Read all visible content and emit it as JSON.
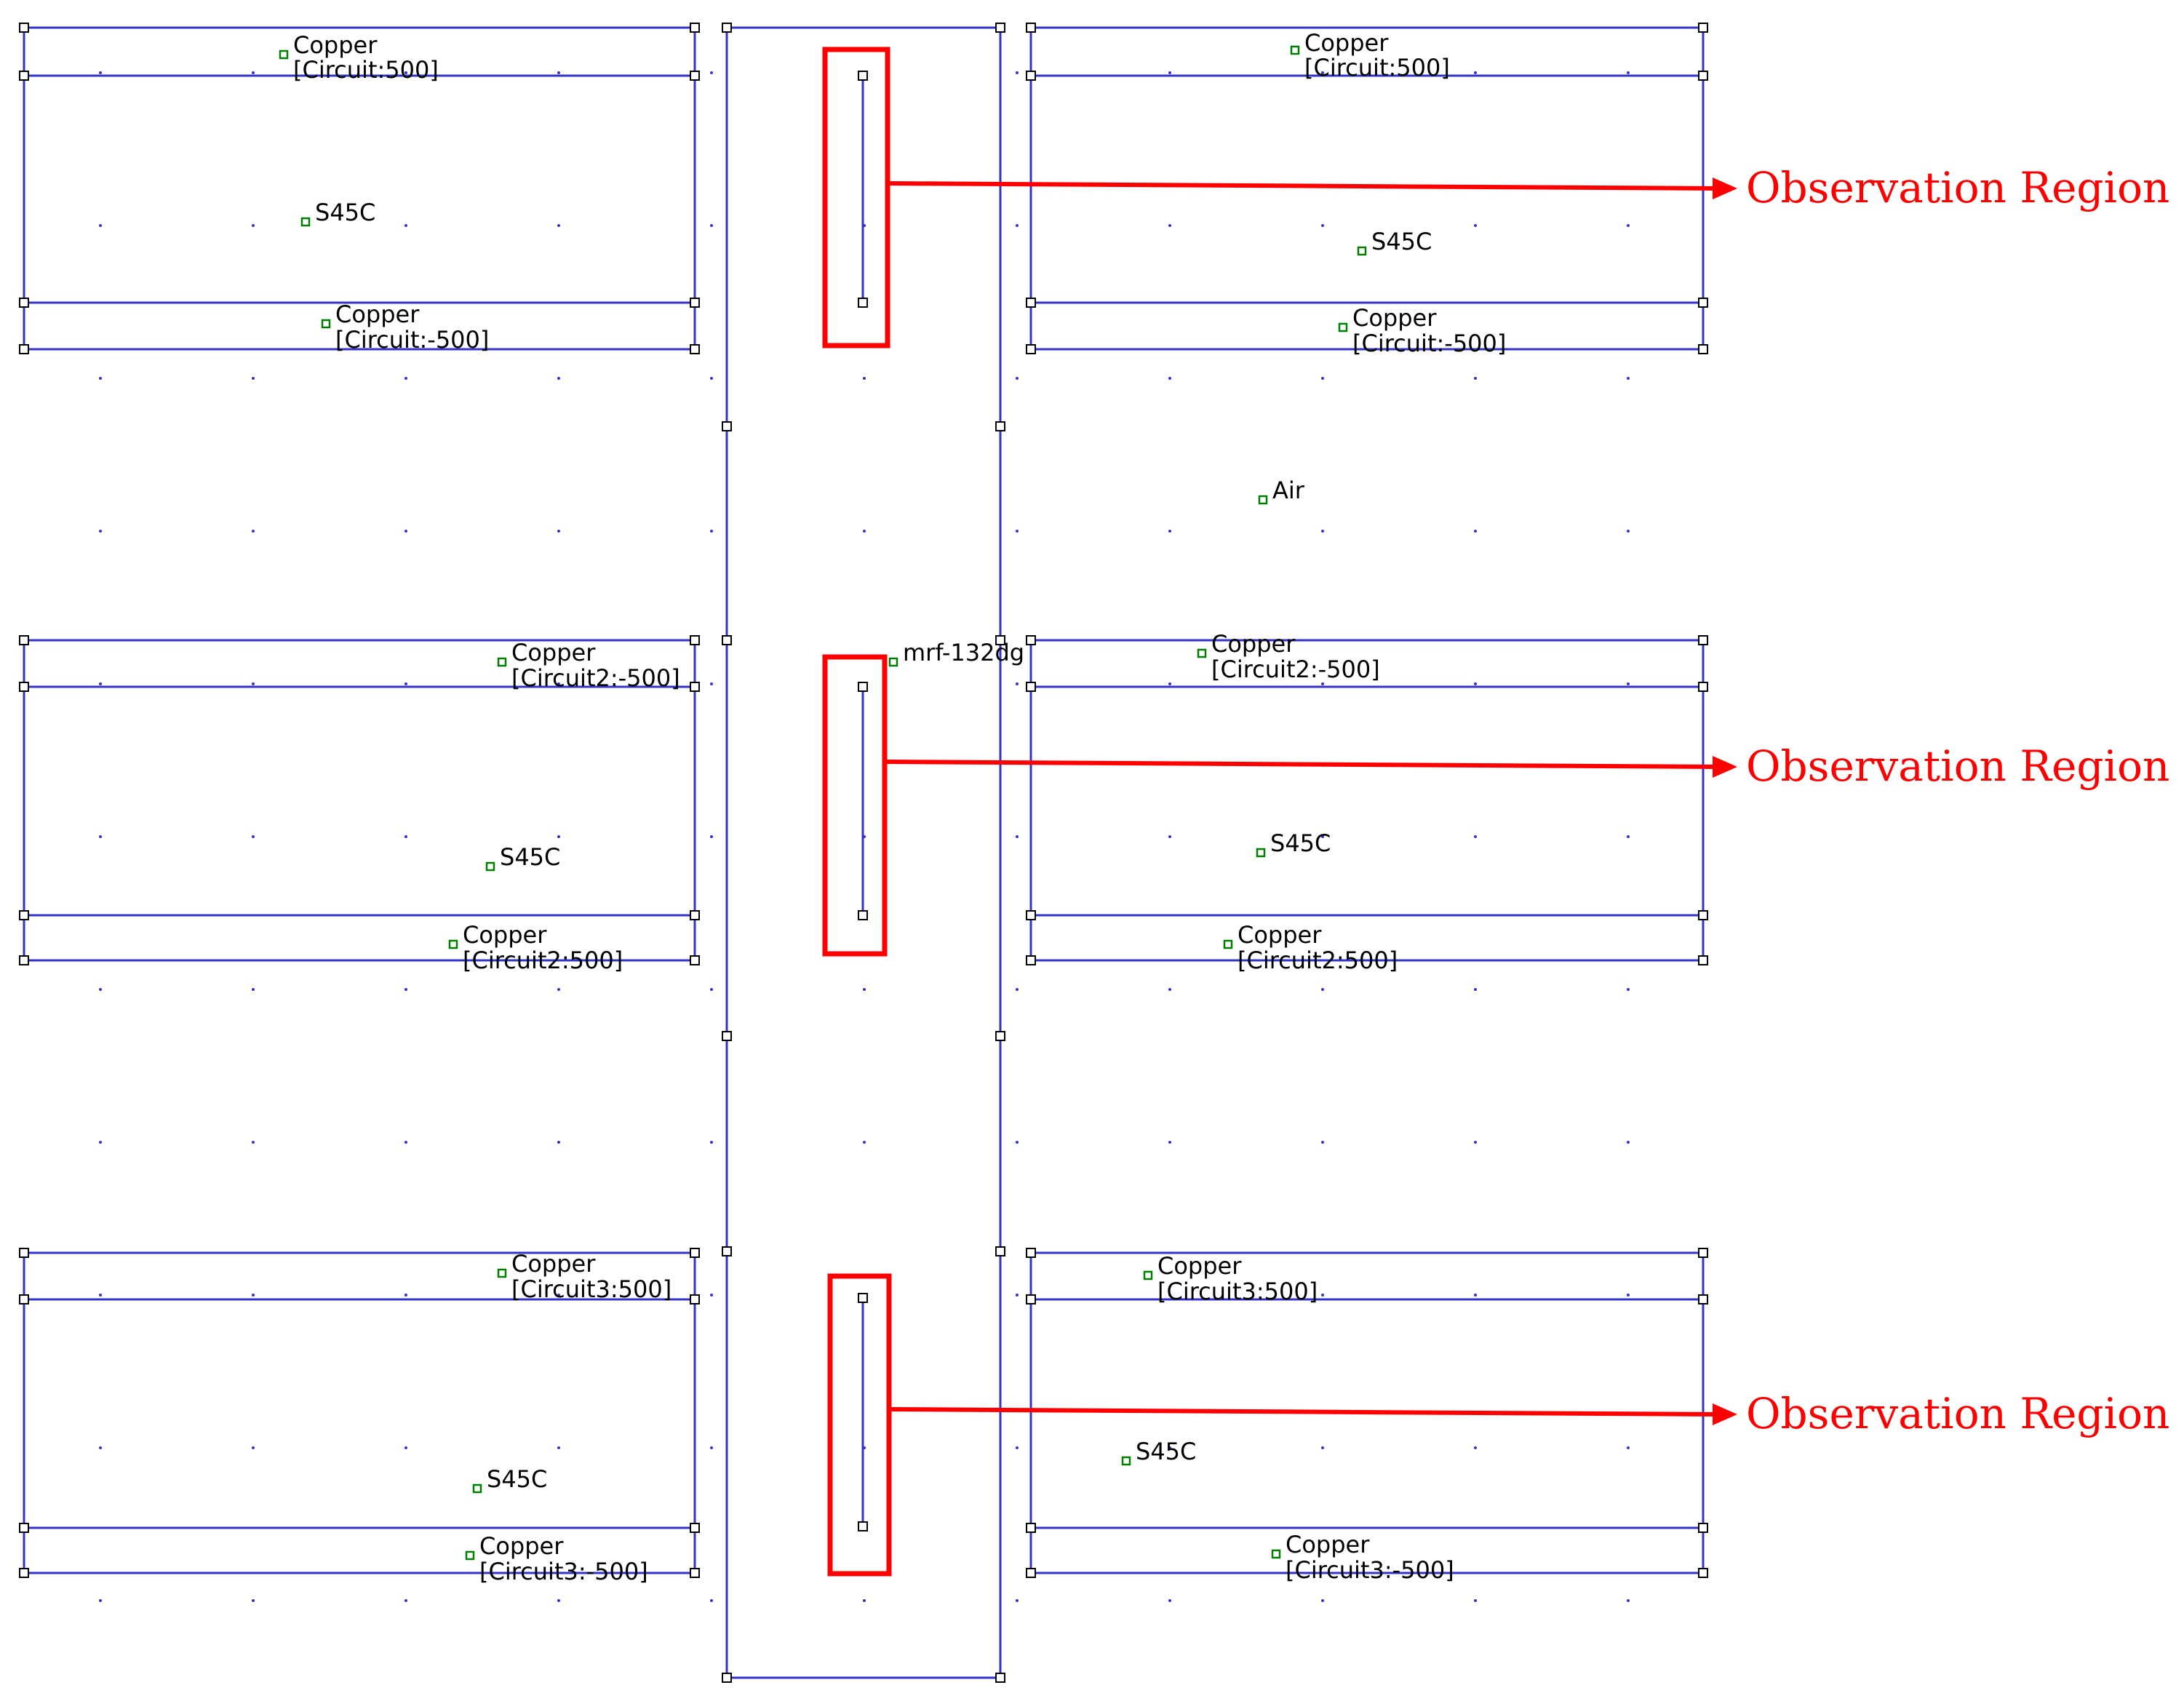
{
  "colors": {
    "geometry_line": "#3333cc",
    "node_marker": "#000000",
    "label_marker": "#008000",
    "label_text": "#000000",
    "annotation": "#ff0000",
    "grid_dot": "#3333cc",
    "background": "#ffffff"
  },
  "labels": {
    "tl_top_copper": "Copper",
    "tl_top_circuit": "[Circuit:500]",
    "tl_steel": "S45C",
    "tl_bottom_copper": "Copper",
    "tl_bottom_circuit": "[Circuit:-500]",
    "tr_top_copper": "Copper",
    "tr_top_circuit": "[Circuit:500]",
    "tr_steel": "S45C",
    "tr_bottom_copper": "Copper",
    "tr_bottom_circuit": "[Circuit:-500]",
    "air": "Air",
    "ml_top_copper": "Copper",
    "ml_top_circuit": "[Circuit2:-500]",
    "ml_steel": "S45C",
    "ml_bottom_copper": "Copper",
    "ml_bottom_circuit": "[Circuit2:500]",
    "magnet": "mrf-132dg",
    "mr_top_copper": "Copper",
    "mr_top_circuit": "[Circuit2:-500]",
    "mr_steel": "S45C",
    "mr_bottom_copper": "Copper",
    "mr_bottom_circuit": "[Circuit2:500]",
    "bl_top_copper": "Copper",
    "bl_top_circuit": "[Circuit3:500]",
    "bl_steel": "S45C",
    "bl_bottom_copper": "Copper",
    "bl_bottom_circuit": "[Circuit3:-500]",
    "br_top_copper": "Copper",
    "br_top_circuit": "[Circuit3:500]",
    "br_steel": "S45C",
    "br_bottom_copper": "Copper",
    "br_bottom_circuit": "[Circuit3:-500]"
  },
  "annotations": {
    "observation_top": "Observation Region",
    "observation_middle": "Observation Region",
    "observation_bottom": "Observation Region"
  }
}
